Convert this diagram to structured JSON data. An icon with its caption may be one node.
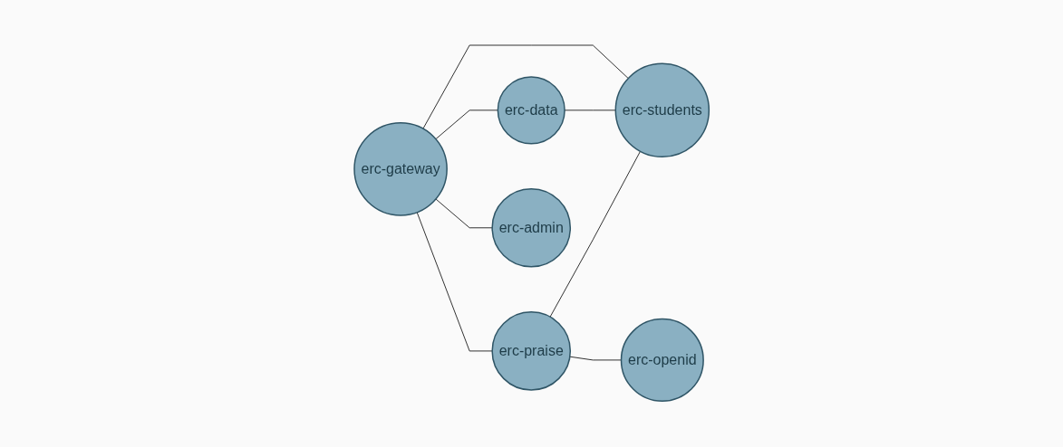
{
  "diagram": {
    "nodes": [
      {
        "text": [
          "erc-praise"
        ]
      },
      {
        "text": [
          "erc-students"
        ]
      },
      {
        "text": [
          "erc-data"
        ]
      },
      {
        "text": [
          "erc-gateway"
        ]
      },
      {
        "text": [
          "erc-openid"
        ]
      },
      {
        "text": [
          "erc-admin"
        ]
      }
    ],
    "edges": [
      {
        "from": 3,
        "to": 0,
        "arrow": "none"
      },
      {
        "from": 3,
        "to": 1,
        "arrow": "none"
      },
      {
        "from": 3,
        "to": 2,
        "arrow": "none"
      },
      {
        "from": 3,
        "to": 5,
        "arrow": "none"
      },
      {
        "from": 2,
        "to": 1,
        "arrow": "none"
      },
      {
        "from": 0,
        "to": 1,
        "arrow": "none"
      },
      {
        "from": 0,
        "to": 4,
        "arrow": "none"
      }
    ]
  }
}
